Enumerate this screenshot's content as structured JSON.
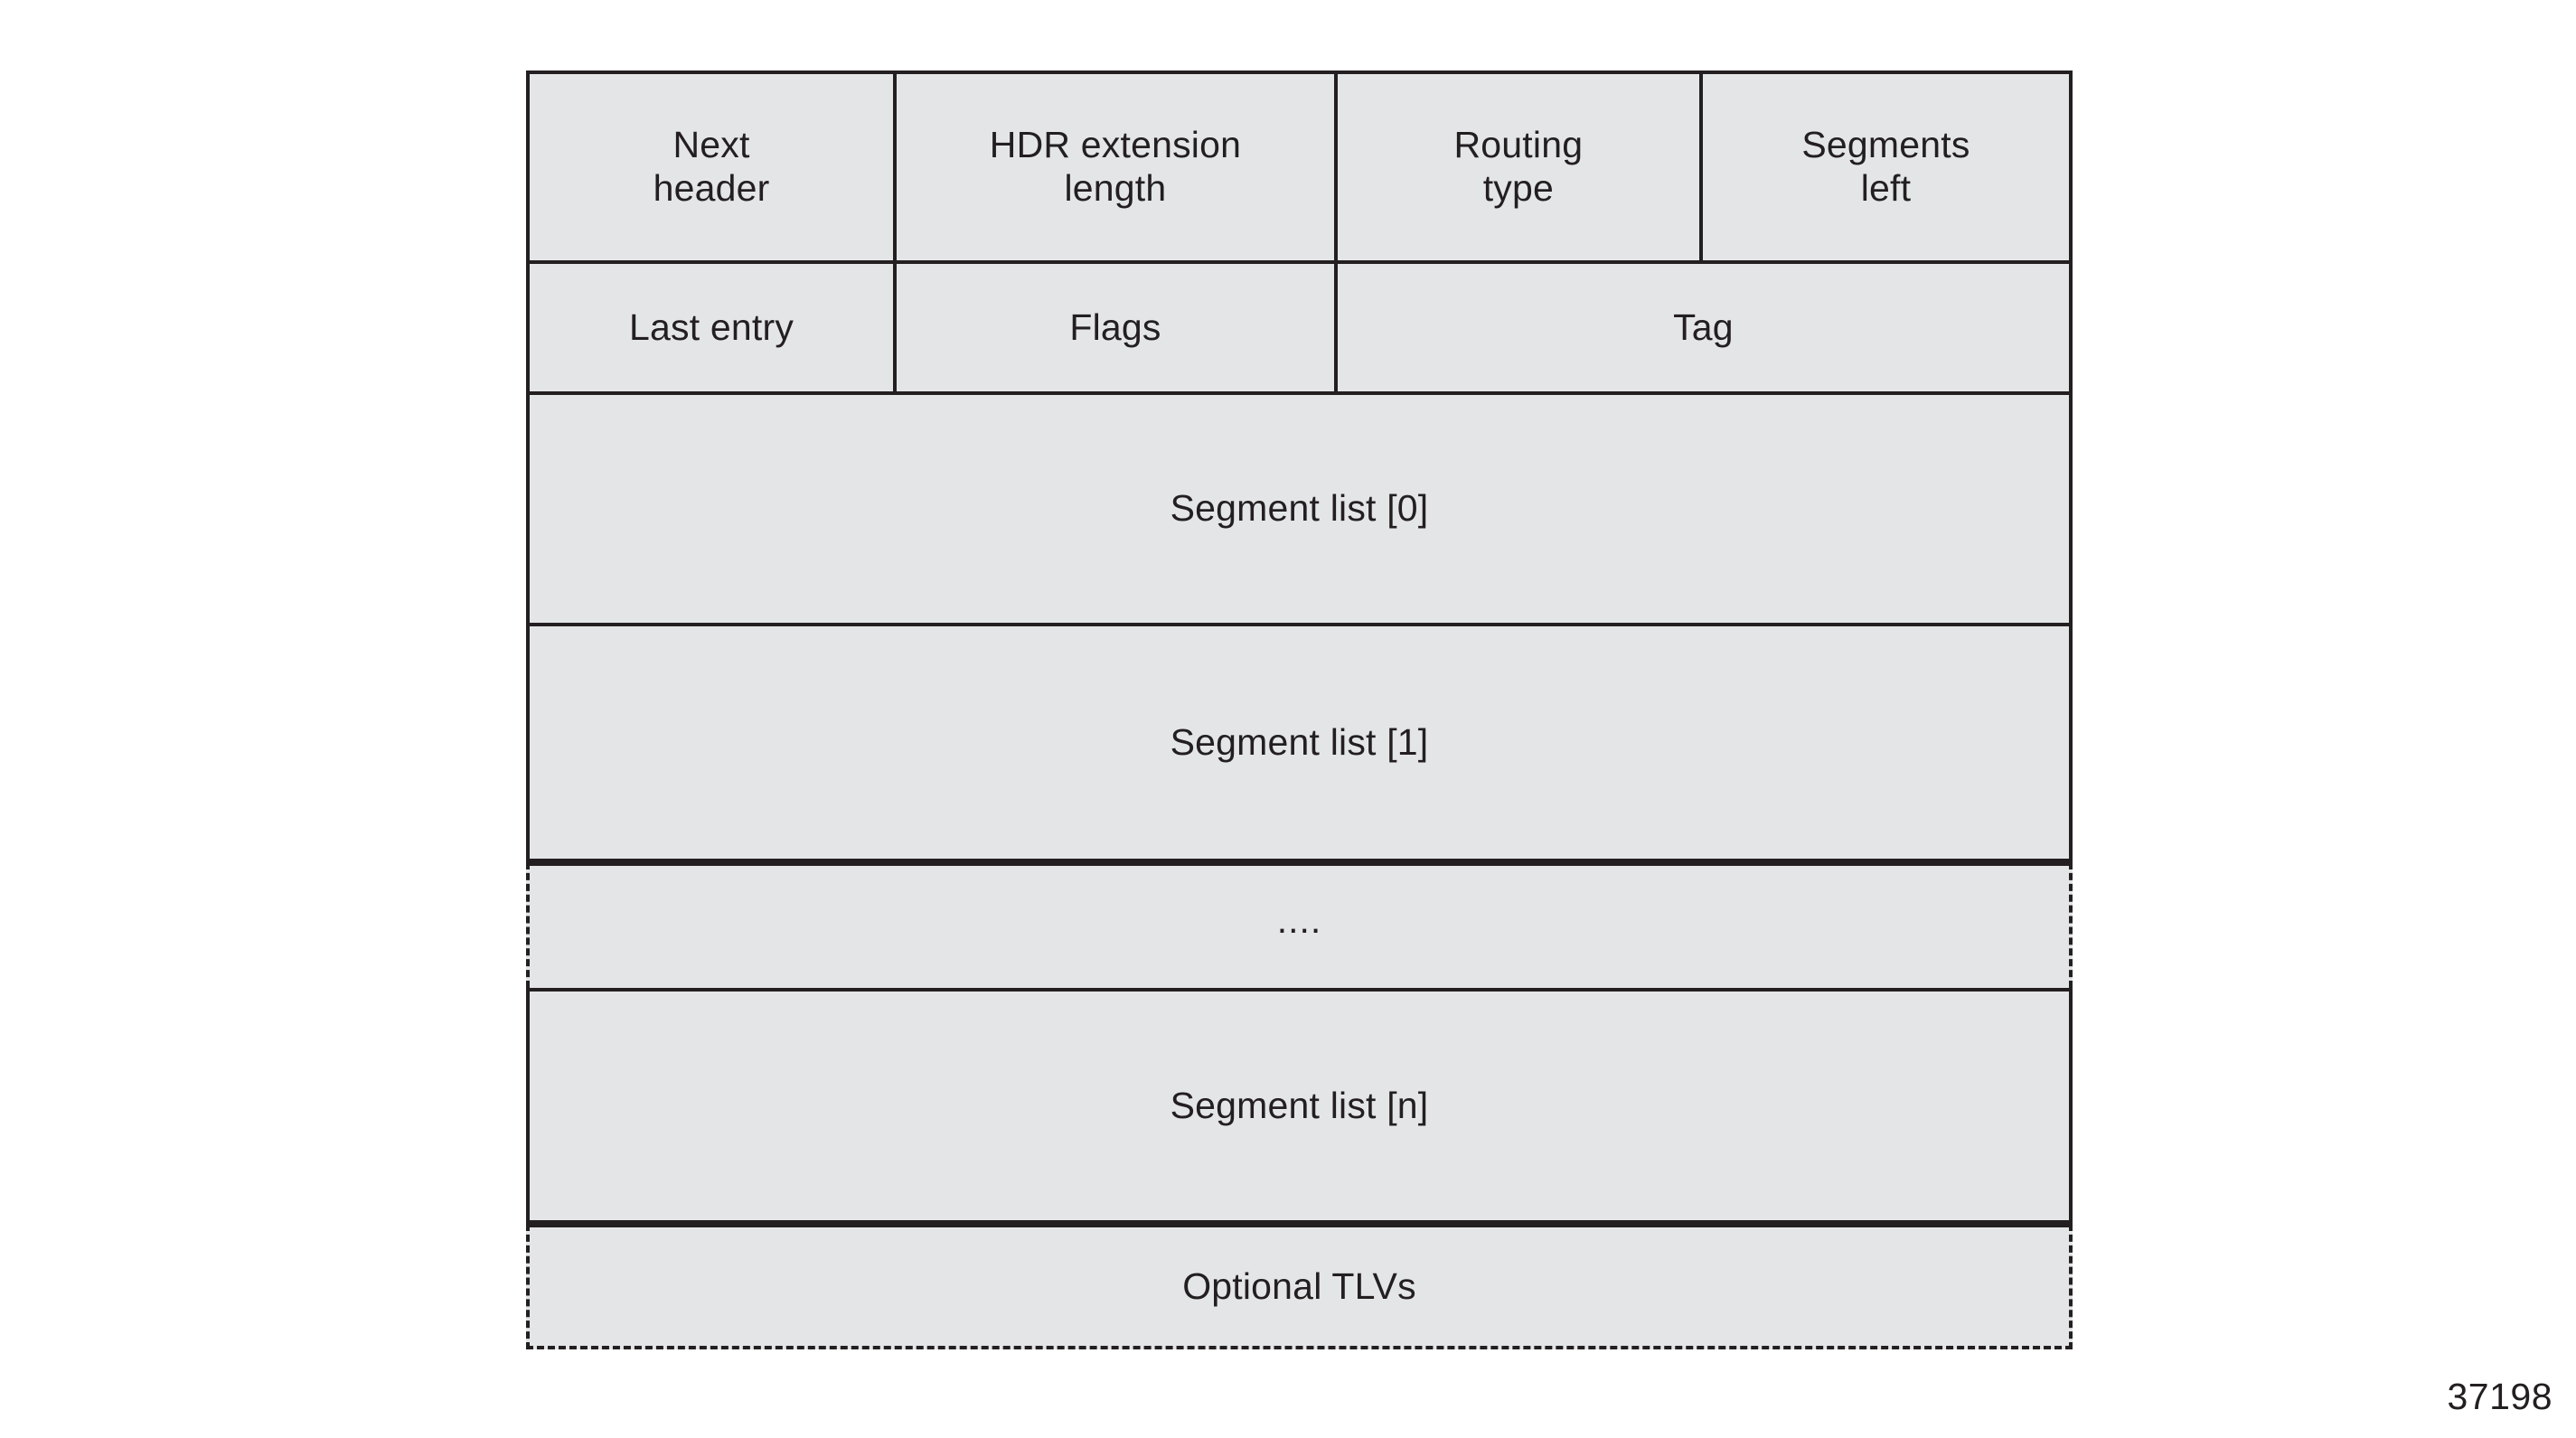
{
  "figure": {
    "id_label": "37198",
    "rows": [
      {
        "name": "header-fields-row-1",
        "style": "solid",
        "cells": [
          {
            "label": "Next\nheader"
          },
          {
            "label": "HDR extension\nlength"
          },
          {
            "label": "Routing\ntype"
          },
          {
            "label": "Segments\nleft"
          }
        ]
      },
      {
        "name": "header-fields-row-2",
        "style": "solid",
        "cells": [
          {
            "label": "Last entry"
          },
          {
            "label": "Flags"
          },
          {
            "label": "Tag"
          }
        ]
      },
      {
        "name": "segment-list-0",
        "style": "solid",
        "cells": [
          {
            "label": "Segment list [0]"
          }
        ]
      },
      {
        "name": "segment-list-1",
        "style": "solid",
        "cells": [
          {
            "label": "Segment list [1]"
          }
        ]
      },
      {
        "name": "segment-list-ellipsis",
        "style": "dashed",
        "cells": [
          {
            "label": "...."
          }
        ]
      },
      {
        "name": "segment-list-n",
        "style": "solid",
        "cells": [
          {
            "label": "Segment list [n]"
          }
        ]
      },
      {
        "name": "optional-tlvs",
        "style": "dashed",
        "cells": [
          {
            "label": "Optional TLVs"
          }
        ]
      }
    ],
    "colors": {
      "cell_fill": "#e4e5e7",
      "border": "#231f20",
      "text": "#231f20",
      "background": "#ffffff"
    }
  }
}
